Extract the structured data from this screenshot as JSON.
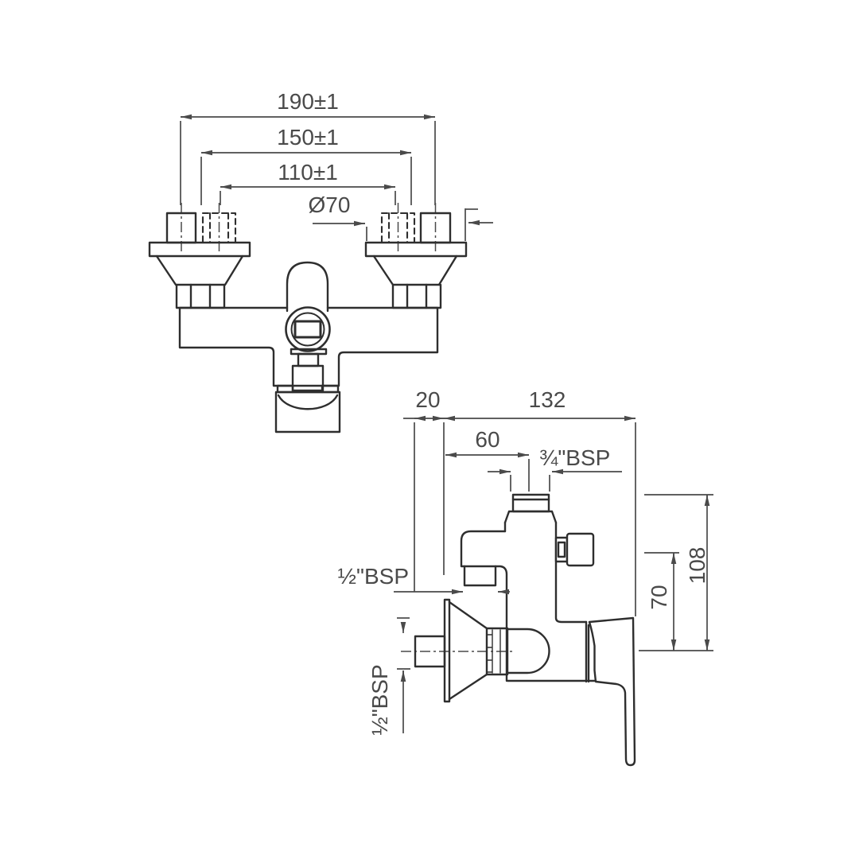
{
  "colors": {
    "line": "#2e2e2e",
    "dim": "#4a4a4a",
    "background": "#ffffff"
  },
  "front_view": {
    "dim_190": "190±1",
    "dim_150": "150±1",
    "dim_110": "110±1",
    "dim_diameter": "Ø70"
  },
  "side_view": {
    "dim_20": "20",
    "dim_132": "132",
    "dim_60": "60",
    "thread_top": "¾\"BSP",
    "thread_side": "½\"BSP",
    "thread_inlet": "½\"BSP",
    "dim_70": "70",
    "dim_108": "108"
  }
}
